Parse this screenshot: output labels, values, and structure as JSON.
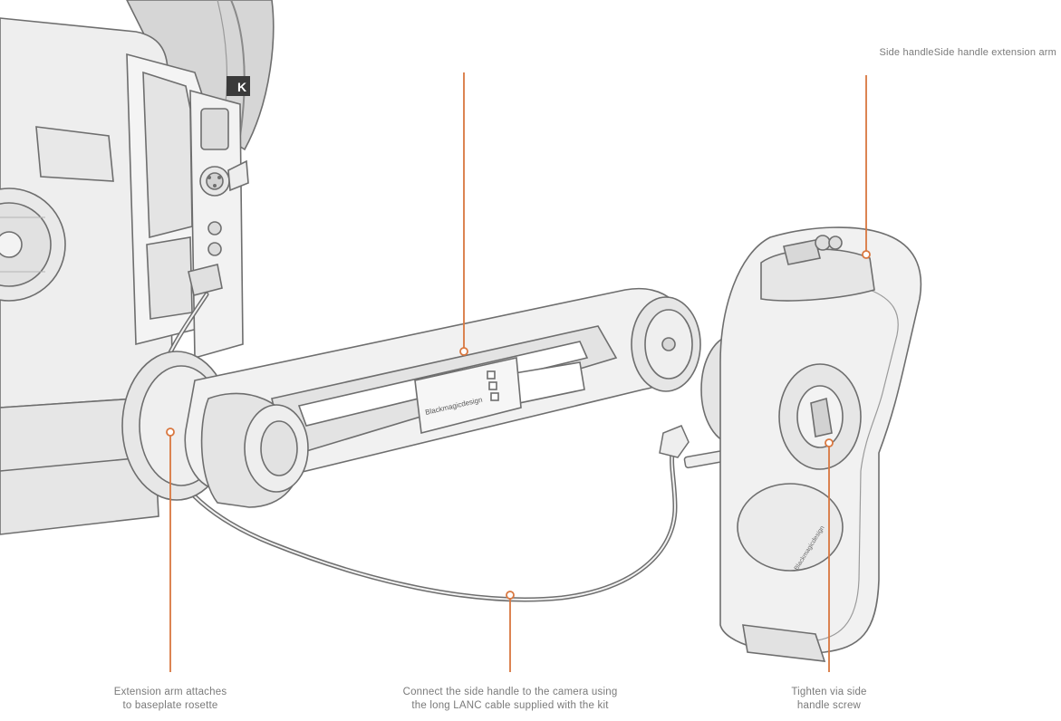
{
  "callouts": {
    "top_right": "Side handleSide handle extension arm",
    "arm_attach": [
      "Extension arm attaches",
      "to baseplate rosette"
    ],
    "cable": [
      "Connect the side handle to the camera using",
      "the long LANC cable supplied with the kit"
    ],
    "screw": [
      "Tighten via side",
      "handle screw"
    ]
  },
  "labels": {
    "camera_badge": "K",
    "arm_brand": "Blackmagicdesign",
    "handle_brand": "Blackmagicdesign"
  },
  "colors": {
    "leader_line": "#d9773f",
    "outline": "#6e6e6e",
    "fill_light": "#f1f1f1",
    "fill_mid": "#e2e2e2",
    "caption_text": "#7a7a7a"
  }
}
